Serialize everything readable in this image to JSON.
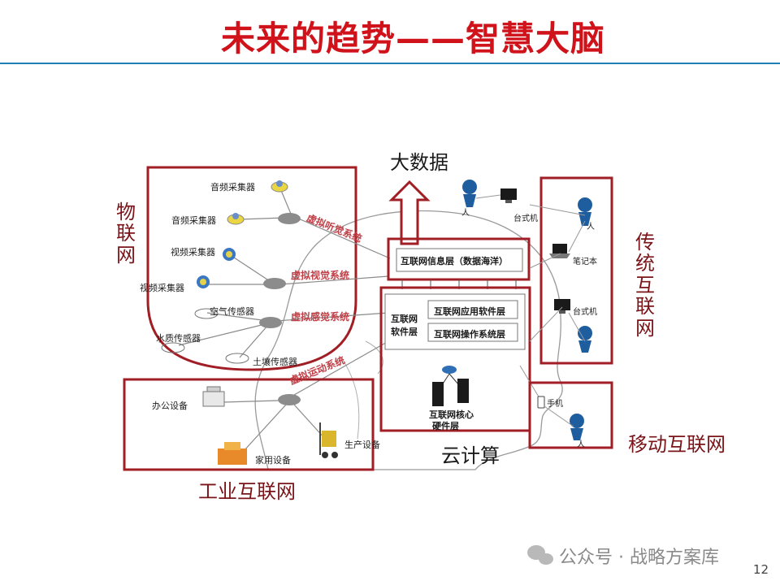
{
  "slide": {
    "title": "未来的趋势——智慧大脑",
    "page_number": "12",
    "watermark": "公众号 · 战略方案库"
  },
  "groups": {
    "iot": "物联网",
    "traditional_internet": "传统互联网",
    "industrial_internet": "工业互联网",
    "mobile_internet": "移动互联网",
    "big_data": "大数据",
    "cloud_computing": "云计算"
  },
  "iot_devices": {
    "audio1": "音频采集器",
    "audio2": "音频采集器",
    "video1": "视频采集器",
    "video2": "视频采集器",
    "air": "空气传感器",
    "water": "水质传感器",
    "soil": "土壤传感器"
  },
  "systems": {
    "auditory": "虚拟听觉系统",
    "visual": "虚拟视觉系统",
    "sensory": "虚拟感觉系统",
    "motor": "虚拟运动系统"
  },
  "cloud_layers": {
    "info_layer": "互联网信息层（数据海洋）",
    "software_layer_label_1": "互联网",
    "software_layer_label_2": "软件层",
    "app_software": "互联网应用软件层",
    "os_layer": "互联网操作系统层",
    "core_hw_1": "互联网核心",
    "core_hw_2": "硬件层"
  },
  "traditional_devices": {
    "person_top": "人",
    "desktop_top": "台式机",
    "person_right": "人",
    "laptop": "笔记本",
    "desktop": "台式机"
  },
  "industrial_devices": {
    "office": "办公设备",
    "home": "家用设备",
    "production": "生产设备"
  },
  "mobile_devices": {
    "phone": "手机",
    "person": "人"
  },
  "colors": {
    "title": "#d0131b",
    "frame": "#a01e24",
    "rule": "#1f7fb3"
  }
}
